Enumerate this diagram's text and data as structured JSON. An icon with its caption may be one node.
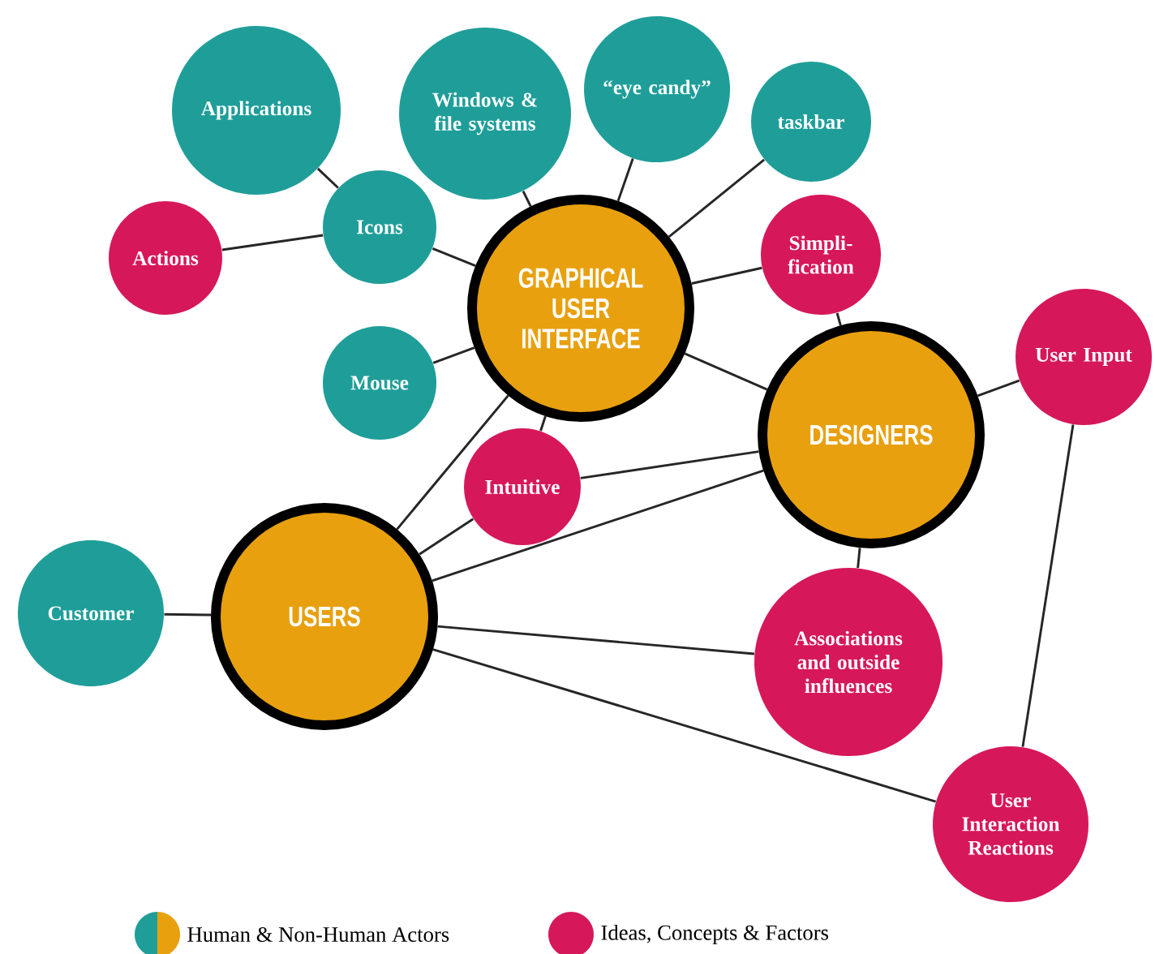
{
  "diagram": {
    "nodes": [
      {
        "text": [
          "Applications"
        ]
      },
      {
        "text": [
          "Windows & file systems"
        ]
      },
      {
        "text": [
          "“eye candy”"
        ]
      },
      {
        "text": [
          "taskbar"
        ]
      },
      {
        "text": [
          "Actions"
        ]
      },
      {
        "text": [
          "Icons"
        ]
      },
      {
        "text": [
          "GRAPHICAL USER INTERFACE"
        ]
      },
      {
        "text": [
          "Simpli- fication"
        ]
      },
      {
        "text": [
          "Mouse"
        ]
      },
      {
        "text": [
          "User Input"
        ]
      },
      {
        "text": [
          "DESIGNERS"
        ]
      },
      {
        "text": [
          "Intuitive"
        ]
      },
      {
        "text": [
          "Customer"
        ]
      },
      {
        "text": [
          "USERS"
        ]
      },
      {
        "text": [
          "Associations and outside influences"
        ]
      },
      {
        "text": [
          "User Interaction Reactions"
        ]
      }
    ],
    "edges": [
      {
        "from": 0,
        "to": 5,
        "arrow": "none"
      },
      {
        "from": 4,
        "to": 5,
        "arrow": "none"
      },
      {
        "from": 5,
        "to": 6,
        "arrow": "none"
      },
      {
        "from": 1,
        "to": 6,
        "arrow": "none"
      },
      {
        "from": 2,
        "to": 6,
        "arrow": "none"
      },
      {
        "from": 3,
        "to": 6,
        "arrow": "none"
      },
      {
        "from": 7,
        "to": 6,
        "arrow": "none"
      },
      {
        "from": 8,
        "to": 6,
        "arrow": "none"
      },
      {
        "from": 6,
        "to": 10,
        "arrow": "none"
      },
      {
        "from": 6,
        "to": 13,
        "arrow": "none"
      },
      {
        "from": 6,
        "to": 11,
        "arrow": "none"
      },
      {
        "from": 7,
        "to": 10,
        "arrow": "none"
      },
      {
        "from": 10,
        "to": 9,
        "arrow": "none"
      },
      {
        "from": 11,
        "to": 10,
        "arrow": "none"
      },
      {
        "from": 11,
        "to": 13,
        "arrow": "none"
      },
      {
        "from": 13,
        "to": 10,
        "arrow": "none"
      },
      {
        "from": 12,
        "to": 13,
        "arrow": "none"
      },
      {
        "from": 13,
        "to": 14,
        "arrow": "none"
      },
      {
        "from": 10,
        "to": 14,
        "arrow": "none"
      },
      {
        "from": 13,
        "to": 15,
        "arrow": "none"
      },
      {
        "from": 9,
        "to": 15,
        "arrow": "none"
      }
    ],
    "legend": [
      {
        "text": "Human & Non-Human Actors"
      },
      {
        "text": "Ideas, Concepts & Factors",
        "color": "#d6185a"
      }
    ]
  }
}
